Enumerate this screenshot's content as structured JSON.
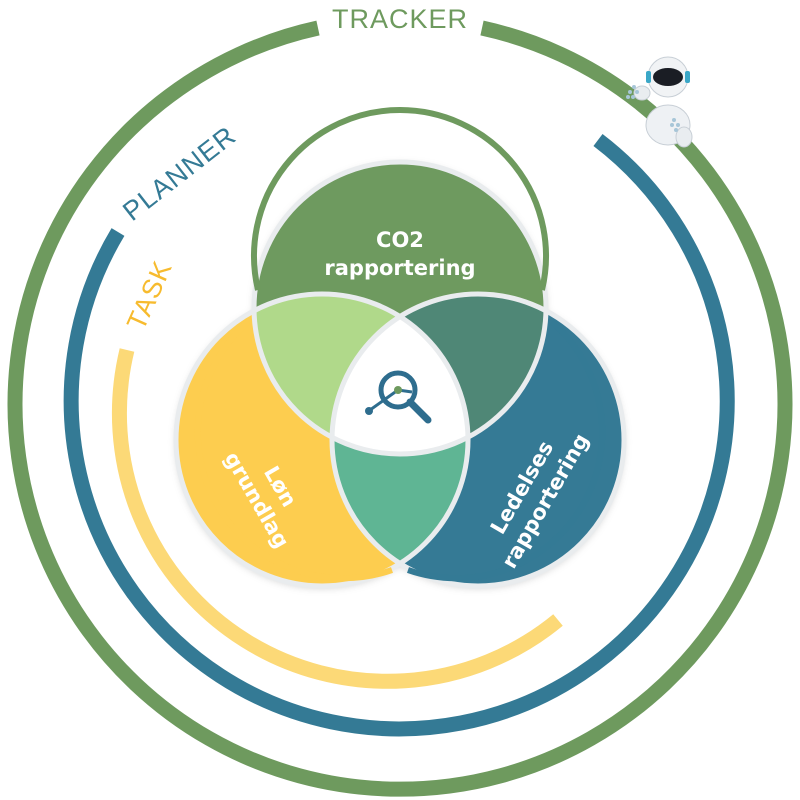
{
  "rings": [
    {
      "id": "tracker",
      "label": "TRACKER",
      "color": "#6e9a5e"
    },
    {
      "id": "planner",
      "label": "PLANNER",
      "color": "#347a95"
    },
    {
      "id": "task",
      "label": "TASK",
      "color": "#fcd977",
      "label_color": "#f7bb2e"
    }
  ],
  "venn": {
    "top": {
      "label_line1": "CO2",
      "label_line2": "rapportering",
      "color": "#6e9a5e"
    },
    "left": {
      "label_line1": "Løn",
      "label_line2": "grundlag",
      "color": "#fdcd4f"
    },
    "right": {
      "label_line1": "Ledelses",
      "label_line2": "rapportering",
      "color": "#347a95"
    },
    "overlap_top_left_color": "#b0d98a",
    "overlap_top_right_color": "#4f8776",
    "overlap_bottom_color": "#5fb594",
    "center_color": "#ffffff",
    "center_icon": "magnifier-analytics-icon"
  },
  "mascot": "robot-icon"
}
